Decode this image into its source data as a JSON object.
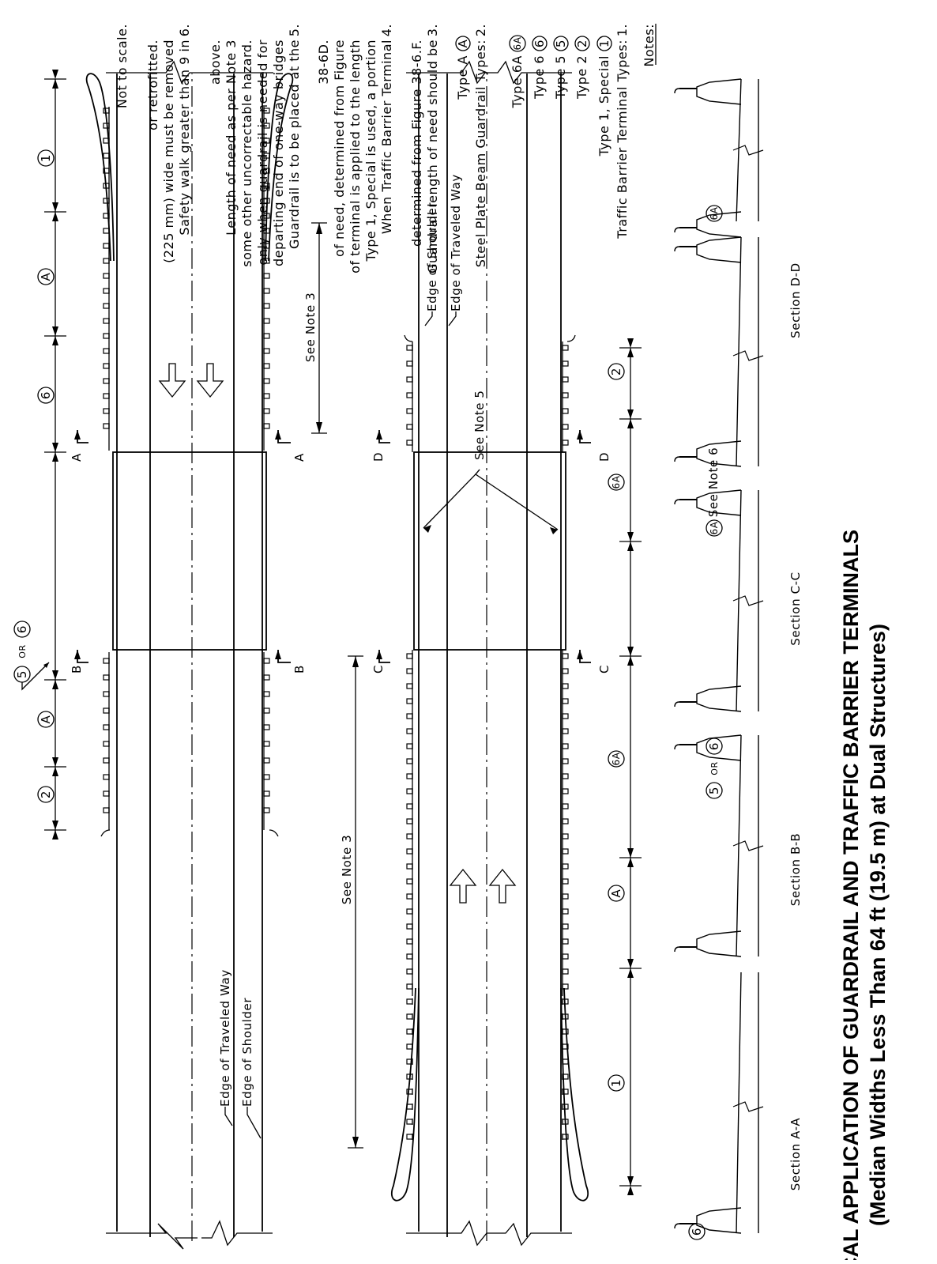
{
  "title": "TYPICAL APPLICATION OF GUARDRAIL AND TRAFFIC BARRIER TERMINALS",
  "subtitle": "(Median Widths Less Than 64 ft (19.5 m) at Dual Structures)",
  "notes_heading": "Notes:",
  "notes": [
    "1.",
    "Traffic Barrier Terminal Types:",
    "Type 1, Special",
    "Type 2",
    "Type 5",
    "Type 6",
    "Type 6A",
    "2.",
    "Steel Plate Beam Guardrail Types:",
    "Type A",
    "3.",
    "Guardrail length of need should be",
    "determined from Figure 38-6.F.",
    "4.",
    "When Traffic Barrier Terminal",
    "Type 1, Special is used, a portion",
    "of terminal is applied to the length",
    "of need, determined from Figure",
    "38-6D.",
    "5.",
    "Guardrail is to be placed at the",
    "departing end of one-way bridges",
    "only when guardrail is needed for",
    "some other uncorrectable hazard.",
    "Length of need as per Note 3",
    "above.",
    "6.",
    "Safety walk greater than 9 in",
    "(225 mm) wide must be removed",
    "or retrofitted.",
    "Not to scale."
  ],
  "labels": {
    "c1": "1",
    "c2": "2",
    "c5": "5",
    "c6": "6",
    "c6a": "6A",
    "cA": "A",
    "or": "OR",
    "secA": "A",
    "secB": "B",
    "secC": "C",
    "secD": "D",
    "see_note_3": "See Note 3",
    "see_note_5": "See Note 5",
    "see_note_6": "See Note 6",
    "edge_traveled": "Edge of Traveled Way",
    "edge_shoulder": "Edge of Shoulder",
    "section_aa": "Section A-A",
    "section_bb": "Section B-B",
    "section_cc": "Section C-C",
    "section_dd": "Section D-D"
  }
}
